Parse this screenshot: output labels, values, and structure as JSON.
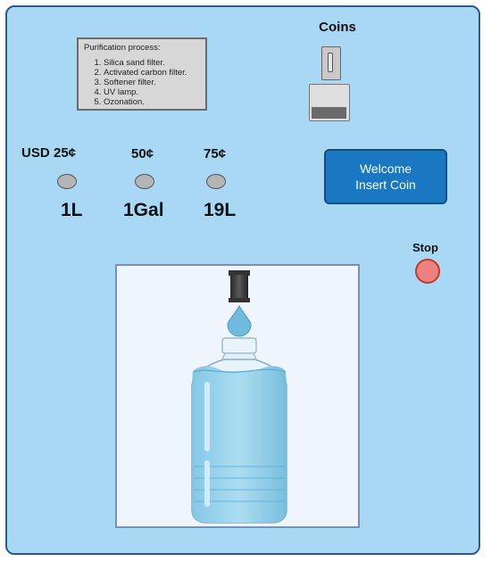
{
  "purification": {
    "title": "Purification process:",
    "steps": [
      "Silica sand filter.",
      "Activated carbon filter.",
      "Softener filter.",
      "UV lamp.",
      "Ozonation."
    ]
  },
  "coins_label": "Coins",
  "currency": "USD",
  "options": [
    {
      "price": "25¢",
      "volume": "1L"
    },
    {
      "price": "50¢",
      "volume": "1Gal"
    },
    {
      "price": "75¢",
      "volume": "19L"
    }
  ],
  "display": {
    "line1": "Welcome",
    "line2": "Insert Coin"
  },
  "stop_label": "Stop",
  "colors": {
    "panel": "#a8d8f3",
    "display": "#1a78c2",
    "stop": "#f08080"
  },
  "icons": [
    "coin-slot-icon",
    "coin-return-icon",
    "nozzle-icon",
    "water-drop-icon",
    "water-bottle-icon"
  ]
}
